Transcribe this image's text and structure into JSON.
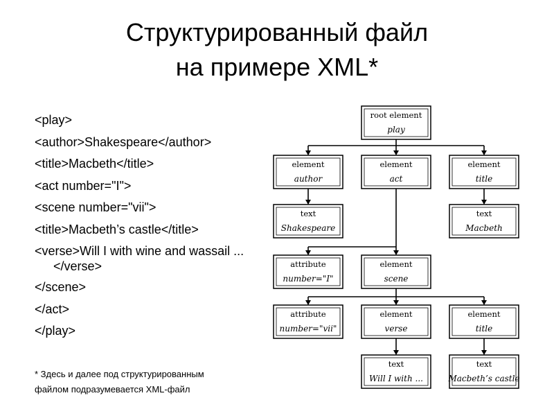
{
  "slide": {
    "title_line1": "Структурированный файл",
    "title_line2": "на примере XML*",
    "code_lines": [
      "<play>",
      "<author>Shakespeare</author>",
      "<title>Macbeth</title>",
      "<act number=\"I\">",
      "<scene number=\"vii\">",
      "<title>Macbeth’s castle</title>",
      "<verse>Will I with wine and wassail ...</verse>",
      "</scene>",
      "</act>",
      "</play>"
    ],
    "footnote_line1": "* Здесь и далее под структурированным",
    "footnote_line2": "файлом подразумевается XML-файл"
  },
  "tree": {
    "nodes": [
      {
        "id": "root",
        "type": "root element",
        "value": "play"
      },
      {
        "id": "author",
        "type": "element",
        "value": "author"
      },
      {
        "id": "act",
        "type": "element",
        "value": "act"
      },
      {
        "id": "title1",
        "type": "element",
        "value": "title"
      },
      {
        "id": "text_shakespeare",
        "type": "text",
        "value": "Shakespeare"
      },
      {
        "id": "text_macbeth",
        "type": "text",
        "value": "Macbeth"
      },
      {
        "id": "attr_act",
        "type": "attribute",
        "value": "number=\"I\""
      },
      {
        "id": "scene",
        "type": "element",
        "value": "scene"
      },
      {
        "id": "attr_scene",
        "type": "attribute",
        "value": "number=\"vii\""
      },
      {
        "id": "verse",
        "type": "element",
        "value": "verse"
      },
      {
        "id": "title2",
        "type": "element",
        "value": "title"
      },
      {
        "id": "text_verse",
        "type": "text",
        "value": "Will I with ..."
      },
      {
        "id": "text_castle",
        "type": "text",
        "value": "Macbeth’s castle"
      }
    ]
  }
}
